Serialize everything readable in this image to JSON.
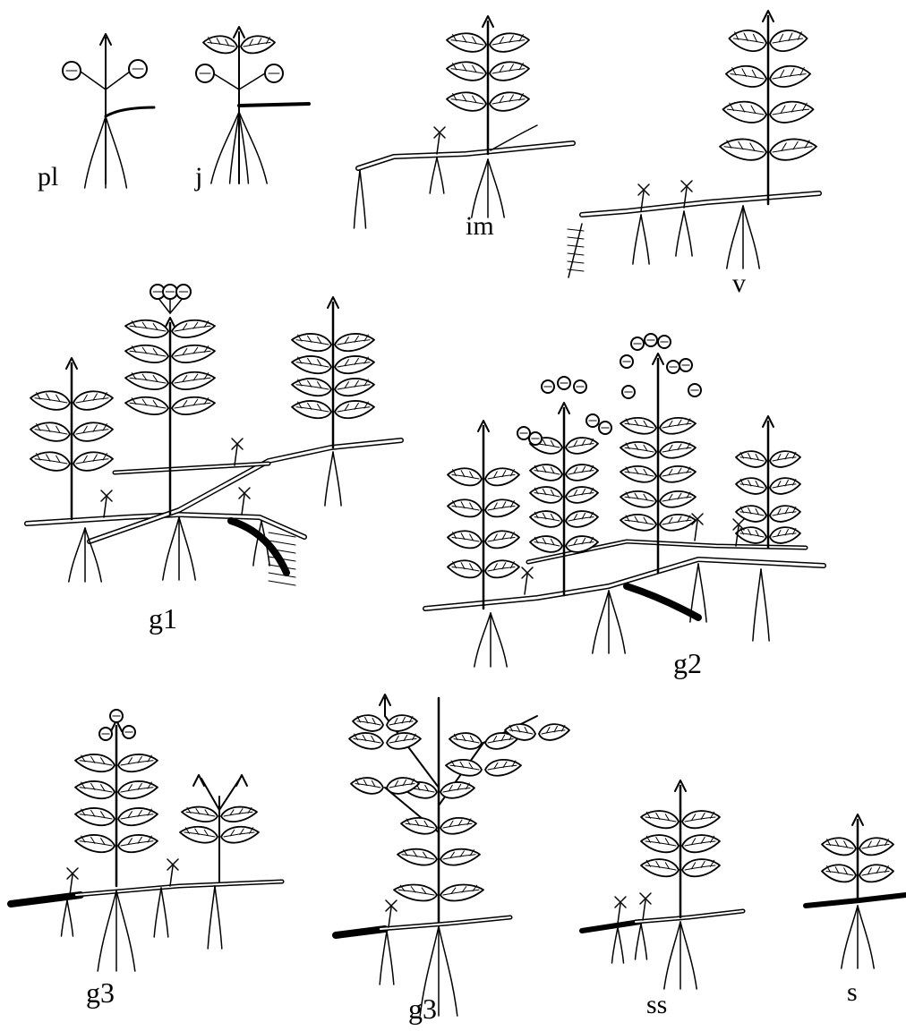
{
  "figure": {
    "ink_color": "#000000",
    "leaf_fill": "#ffffff",
    "background": "#ffffff",
    "panels": [
      {
        "id": "pl",
        "label": "pl"
      },
      {
        "id": "j",
        "label": "j"
      },
      {
        "id": "im",
        "label": "im"
      },
      {
        "id": "v",
        "label": "v"
      },
      {
        "id": "g1",
        "label": "g1"
      },
      {
        "id": "g2",
        "label": "g2"
      },
      {
        "id": "g3a",
        "label": "g3"
      },
      {
        "id": "g3b",
        "label": "g3"
      },
      {
        "id": "ss",
        "label": "ss"
      },
      {
        "id": "s",
        "label": "s"
      }
    ]
  }
}
